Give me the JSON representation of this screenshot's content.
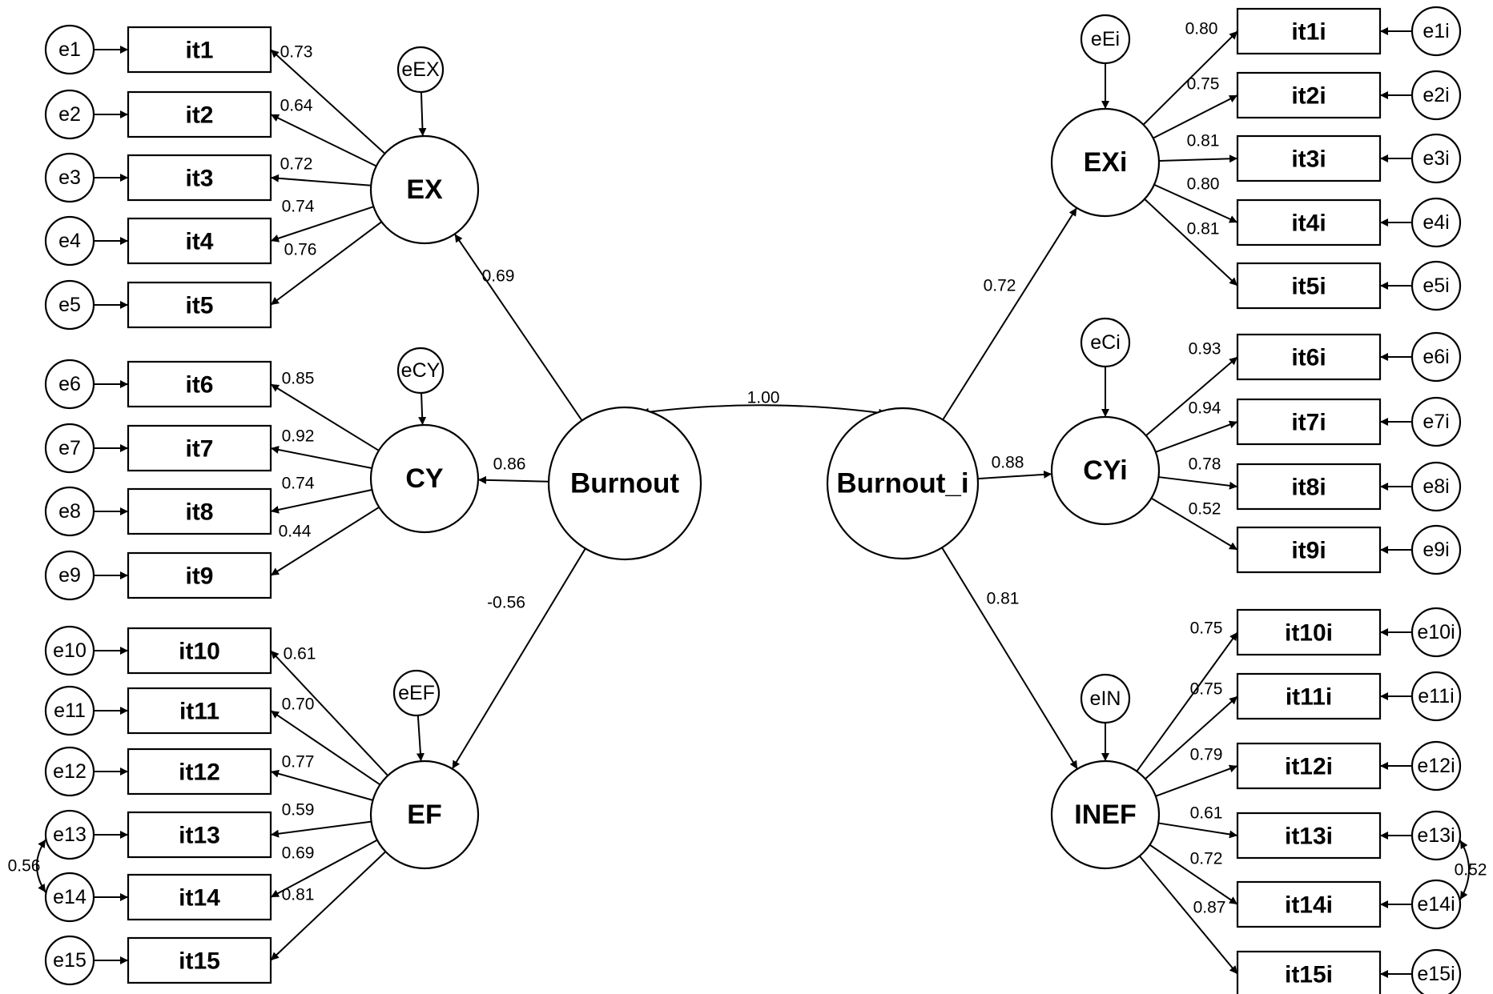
{
  "left": {
    "root": "Burnout",
    "factors": [
      {
        "name": "EX",
        "err": "eEX",
        "path": "0.69",
        "items": [
          {
            "item": "it1",
            "err": "e1",
            "load": "0.73"
          },
          {
            "item": "it2",
            "err": "e2",
            "load": "0.64"
          },
          {
            "item": "it3",
            "err": "e3",
            "load": "0.72"
          },
          {
            "item": "it4",
            "err": "e4",
            "load": "0.74"
          },
          {
            "item": "it5",
            "err": "e5",
            "load": "0.76"
          }
        ]
      },
      {
        "name": "CY",
        "err": "eCY",
        "path": "0.86",
        "items": [
          {
            "item": "it6",
            "err": "e6",
            "load": "0.85"
          },
          {
            "item": "it7",
            "err": "e7",
            "load": "0.92"
          },
          {
            "item": "it8",
            "err": "e8",
            "load": "0.74"
          },
          {
            "item": "it9",
            "err": "e9",
            "load": "0.44"
          }
        ]
      },
      {
        "name": "EF",
        "err": "eEF",
        "path": "-0.56",
        "items": [
          {
            "item": "it10",
            "err": "e10",
            "load": "0.61"
          },
          {
            "item": "it11",
            "err": "e11",
            "load": "0.70"
          },
          {
            "item": "it12",
            "err": "e12",
            "load": "0.77"
          },
          {
            "item": "it13",
            "err": "e13",
            "load": "0.59"
          },
          {
            "item": "it14",
            "err": "e14",
            "load": "0.69"
          },
          {
            "item": "it15",
            "err": "e15",
            "load": "0.81"
          }
        ]
      }
    ],
    "error_covariance": {
      "between": [
        "e13",
        "e14"
      ],
      "value": "0.56"
    }
  },
  "right": {
    "root": "Burnout_i",
    "factors": [
      {
        "name": "EXi",
        "err": "eEi",
        "path": "0.72",
        "items": [
          {
            "item": "it1i",
            "err": "e1i",
            "load": "0.80"
          },
          {
            "item": "it2i",
            "err": "e2i",
            "load": "0.75"
          },
          {
            "item": "it3i",
            "err": "e3i",
            "load": "0.81"
          },
          {
            "item": "it4i",
            "err": "e4i",
            "load": "0.80"
          },
          {
            "item": "it5i",
            "err": "e5i",
            "load": "0.81"
          }
        ]
      },
      {
        "name": "CYi",
        "err": "eCi",
        "path": "0.88",
        "items": [
          {
            "item": "it6i",
            "err": "e6i",
            "load": "0.93"
          },
          {
            "item": "it7i",
            "err": "e7i",
            "load": "0.94"
          },
          {
            "item": "it8i",
            "err": "e8i",
            "load": "0.78"
          },
          {
            "item": "it9i",
            "err": "e9i",
            "load": "0.52"
          }
        ]
      },
      {
        "name": "INEF",
        "err": "eIN",
        "path": "0.81",
        "items": [
          {
            "item": "it10i",
            "err": "e10i",
            "load": "0.75"
          },
          {
            "item": "it11i",
            "err": "e11i",
            "load": "0.75"
          },
          {
            "item": "it12i",
            "err": "e12i",
            "load": "0.79"
          },
          {
            "item": "it13i",
            "err": "e13i",
            "load": "0.61"
          },
          {
            "item": "it14i",
            "err": "e14i",
            "load": "0.72"
          },
          {
            "item": "it15i",
            "err": "e15i",
            "load": "0.87"
          }
        ]
      }
    ],
    "error_covariance": {
      "between": [
        "e13i",
        "e14i"
      ],
      "value": "0.52"
    }
  },
  "root_correlation": "1.00"
}
